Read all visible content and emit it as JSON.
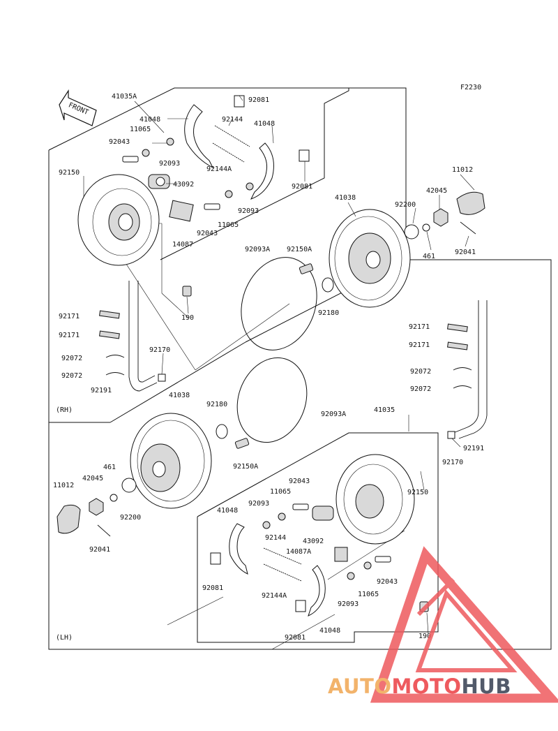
{
  "figure_code": "F2230",
  "front_label": "FRONT",
  "sections": {
    "rh": "(RH)",
    "lh": "(LH)"
  },
  "brand": {
    "part1": "AUTO",
    "part2": "MOTO",
    "part3": "HUB",
    "colors": {
      "auto": "#f2b36b",
      "moto": "#ee5a5e",
      "hub": "#525a6a"
    }
  },
  "labels": {
    "rh_41035A": "41035A",
    "rh_92081_top": "92081",
    "rh_41048_left": "41048",
    "rh_92144": "92144",
    "rh_41048_right": "41048",
    "rh_11065_top": "11065",
    "rh_92043_top": "92043",
    "rh_92093_left": "92093",
    "rh_92144A": "92144A",
    "rh_92150": "92150",
    "rh_43092": "43092",
    "rh_92081_bottom": "92081",
    "rh_92093_right": "92093",
    "rh_11065_bottom": "11065",
    "rh_92043_bottom": "92043",
    "rh_14087": "14087",
    "rh_11012": "11012",
    "rh_42045": "42045",
    "rh_41038": "41038",
    "rh_92200": "92200",
    "rh_461": "461",
    "rh_92041": "92041",
    "rh_92093A": "92093A",
    "rh_92150A": "92150A",
    "rh_92180": "92180",
    "rh_190": "190",
    "rh_92171_a": "92171",
    "rh_92171_b": "92171",
    "rh_92072_a": "92072",
    "rh_92072_b": "92072",
    "rh_92170": "92170",
    "rh_92191": "92191",
    "lh_92171_a": "92171",
    "lh_92171_b": "92171",
    "lh_92072_a": "92072",
    "lh_92072_b": "92072",
    "lh_41038": "41038",
    "lh_92180": "92180",
    "lh_92093A": "92093A",
    "lh_41035": "41035",
    "lh_92191": "92191",
    "lh_92170": "92170",
    "lh_92150A": "92150A",
    "lh_461": "461",
    "lh_42045": "42045",
    "lh_11012": "11012",
    "lh_92200": "92200",
    "lh_92041": "92041",
    "lh_92043_top": "92043",
    "lh_11065_top": "11065",
    "lh_92093_top": "92093",
    "lh_92150": "92150",
    "lh_41048_top": "41048",
    "lh_92144": "92144",
    "lh_43092": "43092",
    "lh_14087A": "14087A",
    "lh_92081_left": "92081",
    "lh_92043_bottom": "92043",
    "lh_11065_bottom": "11065",
    "lh_92093_bottom": "92093",
    "lh_92144A": "92144A",
    "lh_92081_bottom": "92081",
    "lh_41048_bottom": "41048",
    "lh_190": "190"
  }
}
